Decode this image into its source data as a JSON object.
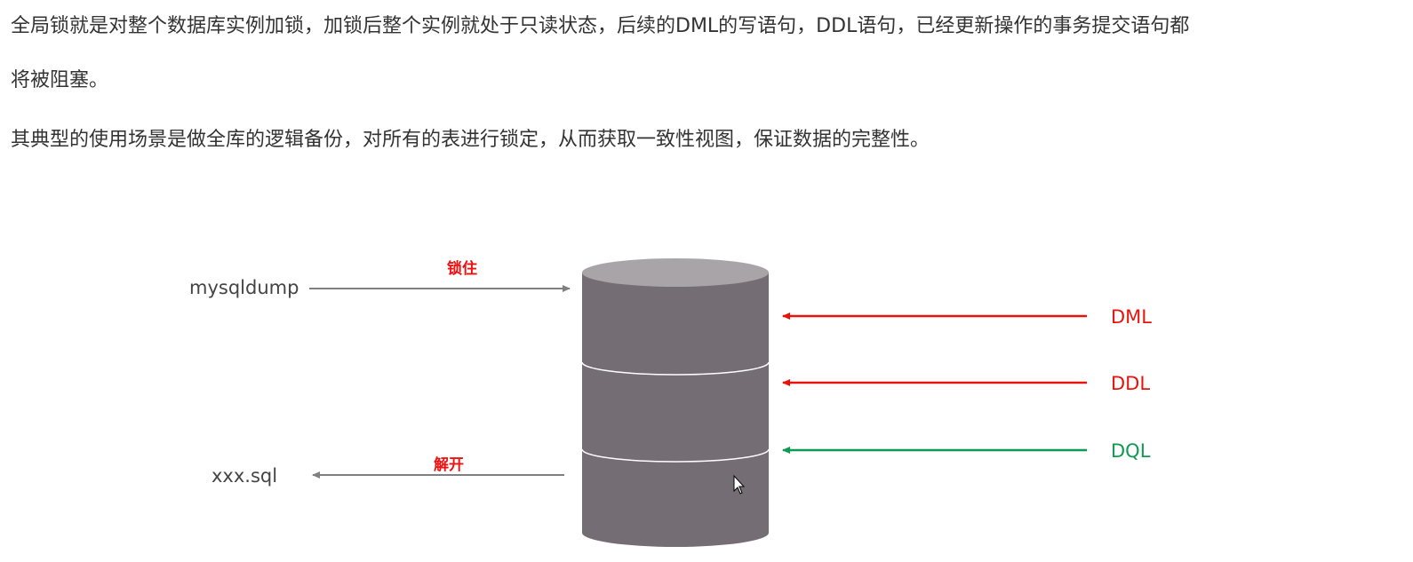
{
  "text": {
    "para1_line1": "全局锁就是对整个数据库实例加锁，加锁后整个实例就处于只读状态，后续的DML的写语句，DDL语句，已经更新操作的事务提交语句都",
    "para1_line2": "将被阻塞。",
    "para2": "其典型的使用场景是做全库的逻辑备份，对所有的表进行锁定，从而获取一致性视图，保证数据的完整性。"
  },
  "diagram": {
    "left_top_label": "mysqldump",
    "left_top_arrow_label": "锁住",
    "left_bottom_label": "xxx.sql",
    "left_bottom_arrow_label": "解开",
    "right_items": [
      {
        "label": "DML",
        "color": "#e8140c"
      },
      {
        "label": "DDL",
        "color": "#e8140c"
      },
      {
        "label": "DQL",
        "color": "#0f9a52"
      }
    ],
    "colors": {
      "cylinder_body": "#756d74",
      "cylinder_top": "#a9a4a8",
      "gray_arrow": "#808080"
    }
  }
}
